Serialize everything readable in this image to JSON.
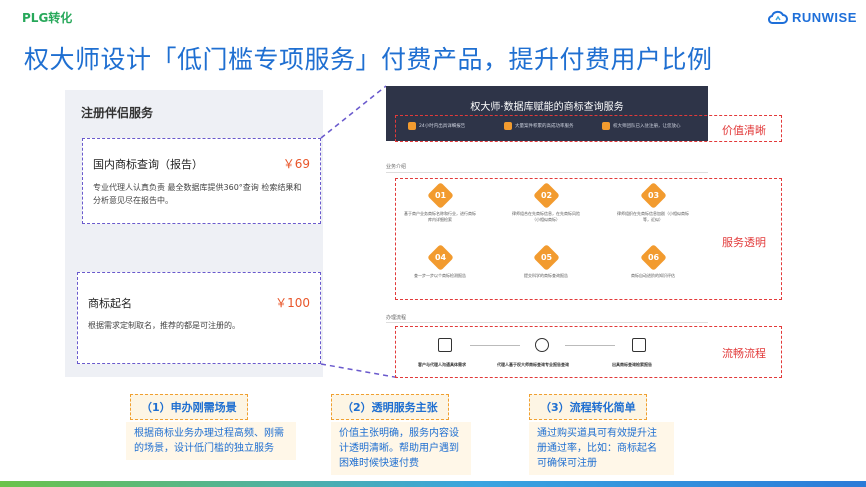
{
  "header": {
    "tag": "PLG转化",
    "brand": "RUNWISE",
    "title": "权大师设计「低门槛专项服务」付费产品，提升付费用户比例"
  },
  "left_panel": {
    "heading": "注册伴侣服务",
    "services": [
      {
        "name": "国内商标查询（报告）",
        "price": "￥69",
        "desc": "专业代理人认真负责 最全数据库提供360°查询 检索结果和分析意见尽在报告中。"
      },
      {
        "name": "商标起名",
        "price": "￥100",
        "desc": "根据需求定制取名，推荐的都是可注册的。"
      }
    ]
  },
  "banner": {
    "title": "权大师·数据库赋能的商标查询服务",
    "features": [
      "24小时内出具详细报告",
      "大量案件积累的高成功率服务",
      "权大师团队已入驻注册，让您放心"
    ]
  },
  "sections": {
    "business": "业务介绍",
    "process": "办理流程"
  },
  "steps": [
    {
      "num": "01",
      "text": "基于商户业务商标名称和行业，进行商标库内详细检索"
    },
    {
      "num": "02",
      "text": "律师组合在先商标信息，在先商标风险（小相似商标）"
    },
    {
      "num": "03",
      "text": "律师组织在先商标信息加剧（小相似商标等，近似）"
    },
    {
      "num": "04",
      "text": "查一步一步以个商标检测报告"
    },
    {
      "num": "05",
      "text": "提交科学的商标查询报告"
    },
    {
      "num": "06",
      "text": "商标自动进阶的知识评估"
    }
  ],
  "flow": [
    {
      "icon": "chat-icon",
      "text": "客户与代理人沟通具体需求"
    },
    {
      "icon": "agent-icon",
      "text": "代理人基于权大师商标查询专业报告查询"
    },
    {
      "icon": "report-icon",
      "text": "出具商标查询检索报告"
    }
  ],
  "labels": {
    "value": "价值清晰",
    "service": "服务透明",
    "flow": "流畅流程"
  },
  "notes": [
    {
      "title": "（1）申办刚需场景",
      "body": "根据商标业务办理过程高频、刚需的场景，设计低门槛的独立服务"
    },
    {
      "title": "（2）透明服务主张",
      "body": "价值主张明确，服务内容设计透明清晰。帮助用户遇到困难时候快速付费"
    },
    {
      "title": "（3）流程转化简单",
      "body": "通过购买道具可有效提升注册通过率，比如：商标起名可确保可注册"
    }
  ],
  "colors": {
    "accent_blue": "#1f6fd1",
    "price_orange": "#e8562a",
    "red_dashed": "#e23a3a",
    "purple_dashed": "#6a5acd",
    "badge_orange": "#f29b2f",
    "tag_green": "#27a85a"
  }
}
